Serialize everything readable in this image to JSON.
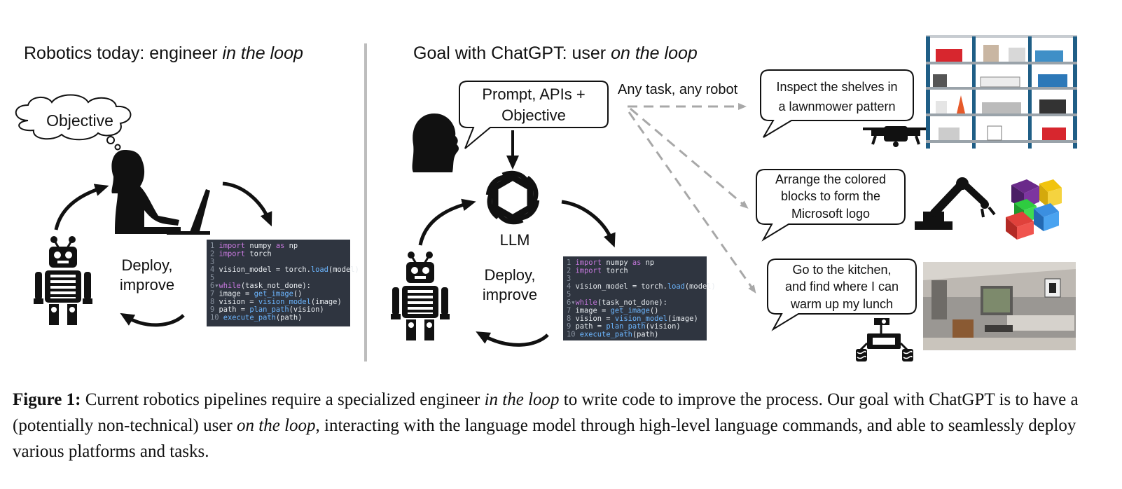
{
  "left_panel": {
    "title_prefix": "Robotics today: engineer ",
    "title_emph": "in the loop",
    "objective_cloud": "Objective",
    "deploy_label_1": "Deploy,",
    "deploy_label_2": "improve"
  },
  "right_panel": {
    "title_prefix": "Goal with ChatGPT: user ",
    "title_emph": "on the loop",
    "prompt_bubble_1": "Prompt, APIs +",
    "prompt_bubble_2": "Objective",
    "llm_label": "LLM",
    "any_task_label": "Any task, any robot",
    "deploy_label_1": "Deploy,",
    "deploy_label_2": "improve"
  },
  "tasks": [
    {
      "line1": "Inspect the shelves in",
      "line2": "a lawnmower pattern",
      "line3": ""
    },
    {
      "line1": "Arrange the colored",
      "line2": "blocks to form the",
      "line3": "Microsoft logo"
    },
    {
      "line1": "Go to the kitchen,",
      "line2": "and find where I can",
      "line3": "warm up my lunch"
    }
  ],
  "code_lines": [
    [
      [
        "1 ",
        "n"
      ],
      [
        "import",
        "k"
      ],
      [
        " numpy ",
        "t"
      ],
      [
        "as",
        "k"
      ],
      [
        " np",
        "t"
      ]
    ],
    [
      [
        "2 ",
        "n"
      ],
      [
        "import",
        "k"
      ],
      [
        " torch",
        "t"
      ]
    ],
    [
      [
        "3 ",
        "n"
      ]
    ],
    [
      [
        "4 ",
        "n"
      ],
      [
        "vision_model = torch.",
        "t"
      ],
      [
        "load",
        "f"
      ],
      [
        "(model)",
        "t"
      ]
    ],
    [
      [
        "5 ",
        "n"
      ]
    ],
    [
      [
        "6",
        "n"
      ],
      [
        "▾",
        "n"
      ],
      [
        "while",
        "k"
      ],
      [
        "(task_not_done):",
        "t"
      ]
    ],
    [
      [
        "7 ",
        "n"
      ],
      [
        "    image = ",
        "t"
      ],
      [
        "get_image",
        "f"
      ],
      [
        "()",
        "t"
      ]
    ],
    [
      [
        "8 ",
        "n"
      ],
      [
        "    vision = ",
        "t"
      ],
      [
        "vision_model",
        "f"
      ],
      [
        "(image)",
        "t"
      ]
    ],
    [
      [
        "9 ",
        "n"
      ],
      [
        "    path = ",
        "t"
      ],
      [
        "plan_path",
        "f"
      ],
      [
        "(vision)",
        "t"
      ]
    ],
    [
      [
        "10",
        "n"
      ],
      [
        "    ",
        "t"
      ],
      [
        "execute_path",
        "f"
      ],
      [
        "(path)",
        "t"
      ]
    ]
  ],
  "caption": {
    "label": "Figure 1:",
    "text_1": " Current robotics pipelines require a specialized engineer ",
    "emph_1": "in the loop",
    "text_2": " to write code to improve the process. Our goal with ChatGPT is to have a (potentially non-technical) user ",
    "emph_2": "on the loop",
    "text_3": ", interacting with the language model through high-level language commands, and able to seamlessly deploy various platforms and tasks."
  },
  "colors": {
    "code_bg": "#2f3540",
    "code_text": "#e8ecf0",
    "code_keyword": "#c678dd",
    "code_function": "#6cb6ff",
    "code_lineno": "#8a93a0",
    "arrow_dashed": "#a8a8a8",
    "divider": "#bdbdbd"
  }
}
